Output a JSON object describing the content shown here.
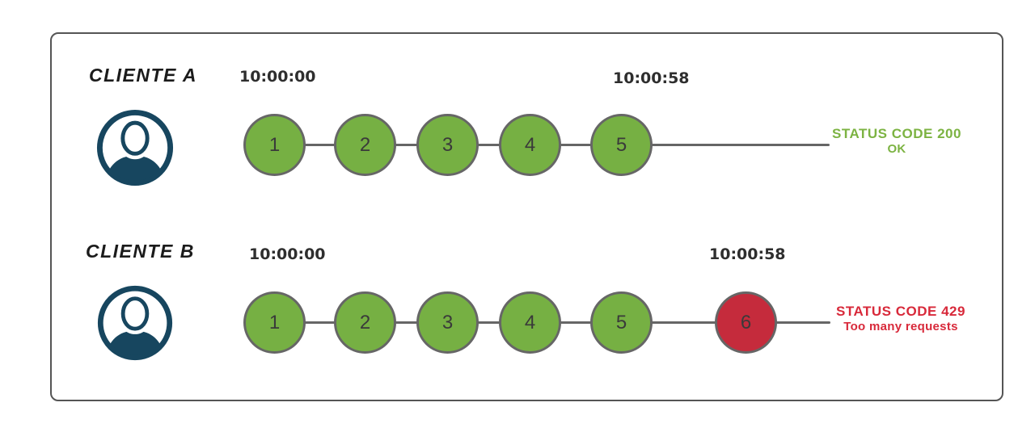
{
  "theme": {
    "request-ok": "#76b043",
    "request-error": "#c52b3c",
    "status-success": "#7cb342",
    "status-error": "#d8293a",
    "avatar": "#17465f",
    "timeline": "#666666",
    "panel-border": "#555555",
    "text-dark": "#2e2e2e"
  },
  "diagram": {
    "clients": [
      {
        "label": "CLIENTE A",
        "start_time": "10:00:00",
        "end_time": "10:00:58",
        "requests": [
          {
            "n": "1",
            "status": "ok"
          },
          {
            "n": "2",
            "status": "ok"
          },
          {
            "n": "3",
            "status": "ok"
          },
          {
            "n": "4",
            "status": "ok"
          },
          {
            "n": "5",
            "status": "ok"
          }
        ],
        "status_line1": "STATUS CODE 200",
        "status_line2": "OK"
      },
      {
        "label": "CLIENTE B",
        "start_time": "10:00:00",
        "end_time": "10:00:58",
        "requests": [
          {
            "n": "1",
            "status": "ok"
          },
          {
            "n": "2",
            "status": "ok"
          },
          {
            "n": "3",
            "status": "ok"
          },
          {
            "n": "4",
            "status": "ok"
          },
          {
            "n": "5",
            "status": "ok"
          },
          {
            "n": "6",
            "status": "error"
          }
        ],
        "status_line1": "STATUS CODE 429",
        "status_line2": "Too many requests"
      }
    ]
  }
}
